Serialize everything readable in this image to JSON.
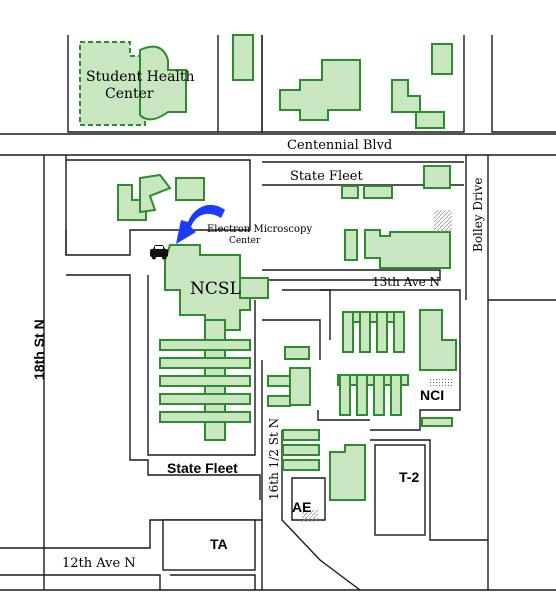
{
  "labels": {
    "student_health": "Student Health",
    "center": "Center",
    "centennial": "Centennial Blvd",
    "state_fleet_top": "State Fleet",
    "bolley": "Bolley Drive",
    "em_line1": "Electron Microscopy",
    "em_line2": "Center",
    "ave13": "13th Ave N",
    "ncsl": "NCSL",
    "st18": "18th St N",
    "nci": "NCI",
    "st16": "16th 1/2 St N",
    "state_fleet_bottom": "State Fleet",
    "t2": "T-2",
    "ae": "AE",
    "ta": "TA",
    "ave12": "12th Ave N"
  },
  "colors": {
    "building_fill": "#c8e6bf",
    "building_stroke": "#2e8b2e",
    "arrow": "#1a3cff",
    "road": "#1a1a1a"
  },
  "icons": {
    "vehicle": "car-icon",
    "arrow": "pointer-arrow-icon"
  }
}
